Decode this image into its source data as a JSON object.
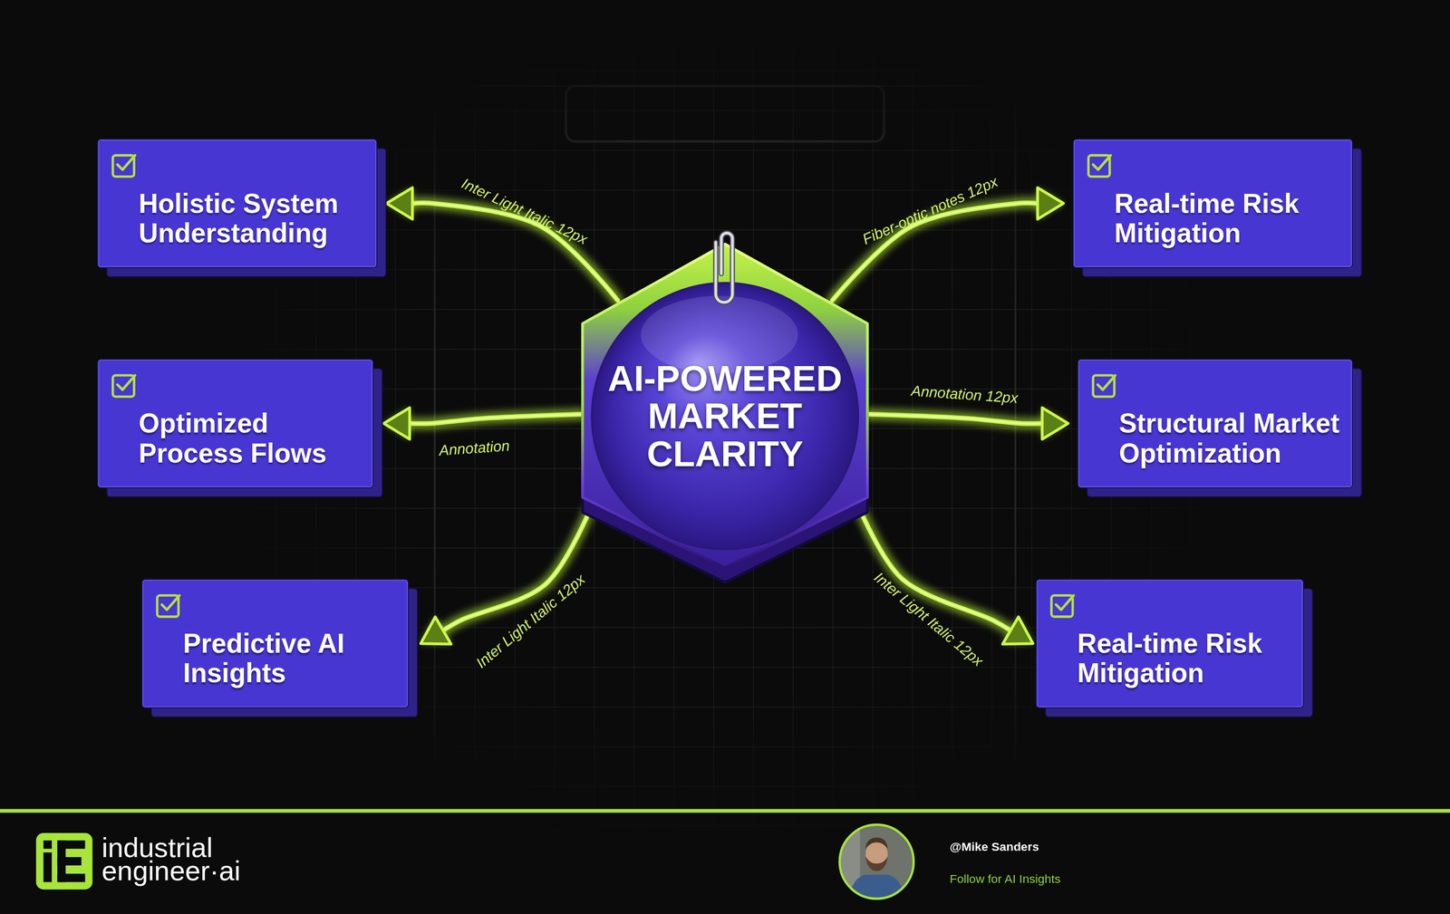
{
  "diagram": {
    "nodes": [
      {
        "text": [
          "AI-POWERED MARKET CLARITY"
        ]
      },
      {
        "text": [
          "Holistic System Understanding"
        ]
      },
      {
        "text": [
          "Real-time Risk Mitigation"
        ]
      },
      {
        "text": [
          "Optimized Process Flows"
        ]
      },
      {
        "text": [
          "Structural Market Optimization"
        ]
      },
      {
        "text": [
          "Predictive AI Insights"
        ]
      },
      {
        "text": [
          "Real-time Risk Mitigation"
        ]
      }
    ],
    "edges": [
      {
        "from": 0,
        "to": 1,
        "arrow": "to",
        "label": "Inter Light Italic 12px"
      },
      {
        "from": 0,
        "to": 2,
        "arrow": "to",
        "label": "Fiber-optic notes 12px"
      },
      {
        "from": 0,
        "to": 3,
        "arrow": "to",
        "label": "Annotation"
      },
      {
        "from": 0,
        "to": 4,
        "arrow": "to",
        "label": "Annotation 12px"
      },
      {
        "from": 0,
        "to": 5,
        "arrow": "to",
        "label": "Inter Light Italic 12px"
      },
      {
        "from": 0,
        "to": 6,
        "arrow": "to",
        "label": "Inter Light Italic 12px"
      }
    ],
    "labels": [
      "industrial",
      "engineer·ai",
      "@Mike Sanders",
      "Follow for AI Insights"
    ]
  }
}
